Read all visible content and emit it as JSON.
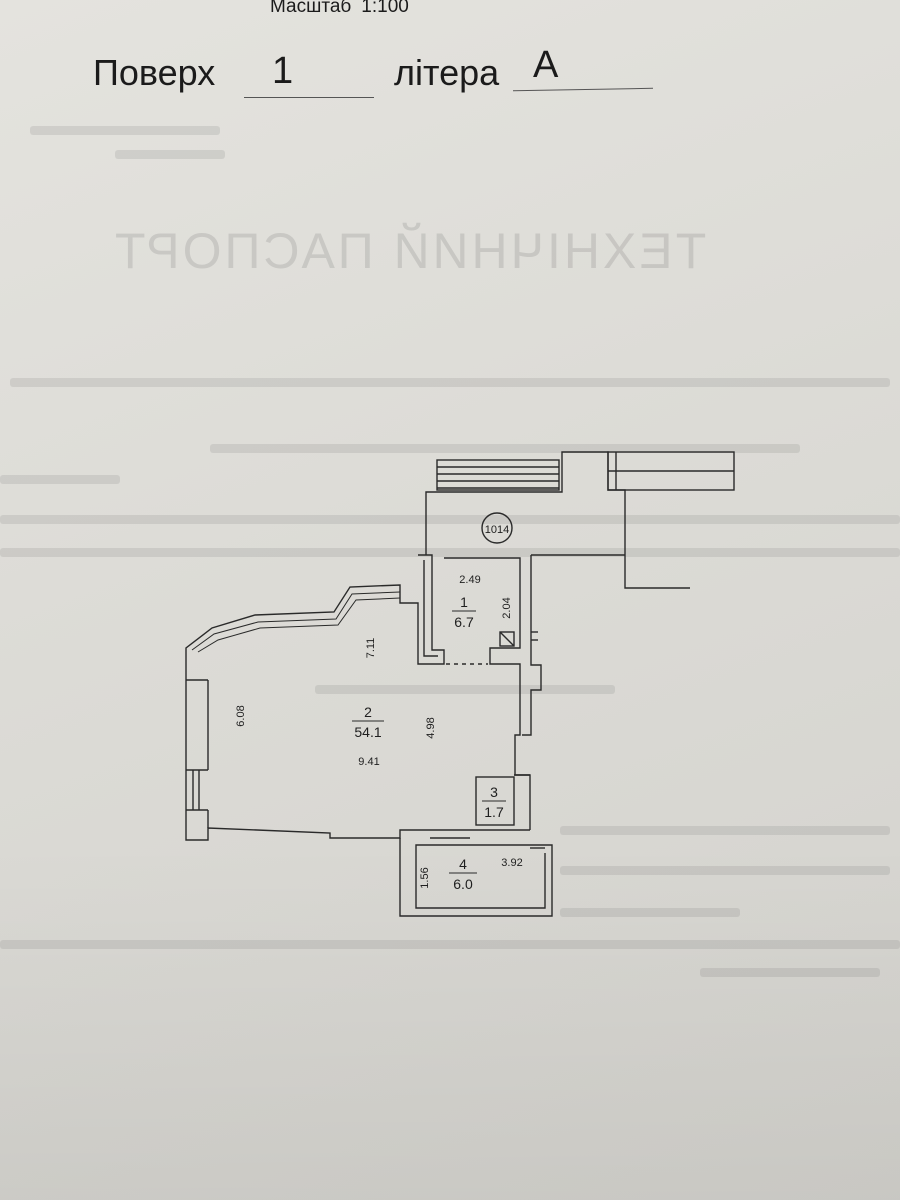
{
  "header": {
    "scale_label": "Масштаб",
    "scale_value": "1:100",
    "floor_label": "Поверх",
    "floor_value": "1",
    "litera_label": "літера",
    "litera_value": "А"
  },
  "plan": {
    "building_number": "1014",
    "rooms": [
      {
        "number": "1",
        "area": "6.7"
      },
      {
        "number": "2",
        "area": "54.1"
      },
      {
        "number": "3",
        "area": "1.7"
      },
      {
        "number": "4",
        "area": "6.0"
      }
    ],
    "dimensions": [
      "2.49",
      "2.04",
      "7.11",
      "6.08",
      "4.98",
      "9.41",
      "1.56",
      "3.92"
    ]
  },
  "background": {
    "ghost_title": "ТЕХНІЧНИЙ ПАСПОРТ"
  }
}
